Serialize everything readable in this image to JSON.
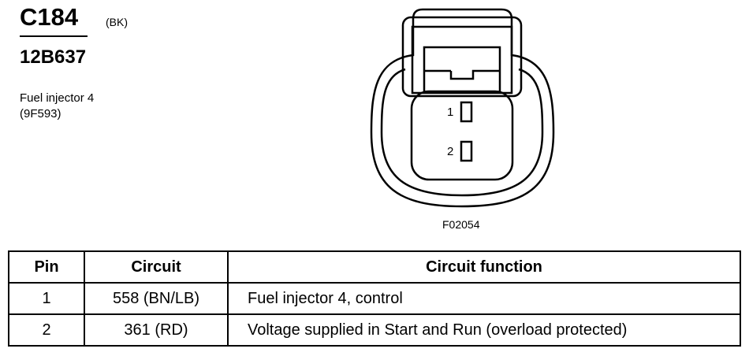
{
  "header": {
    "connector_id": "C184",
    "color_code": "(BK)",
    "part_number": "12B637",
    "component_name": "Fuel injector 4",
    "component_code": "(9F593)"
  },
  "connector_view": {
    "pins": [
      "1",
      "2"
    ],
    "figure_id": "F02054"
  },
  "table": {
    "headers": {
      "pin": "Pin",
      "circuit": "Circuit",
      "function": "Circuit function"
    },
    "rows": [
      {
        "pin": "1",
        "circuit": "558 (BN/LB)",
        "function": "Fuel injector 4, control"
      },
      {
        "pin": "2",
        "circuit": "361 (RD)",
        "function": "Voltage supplied in Start and Run (overload protected)"
      }
    ]
  }
}
